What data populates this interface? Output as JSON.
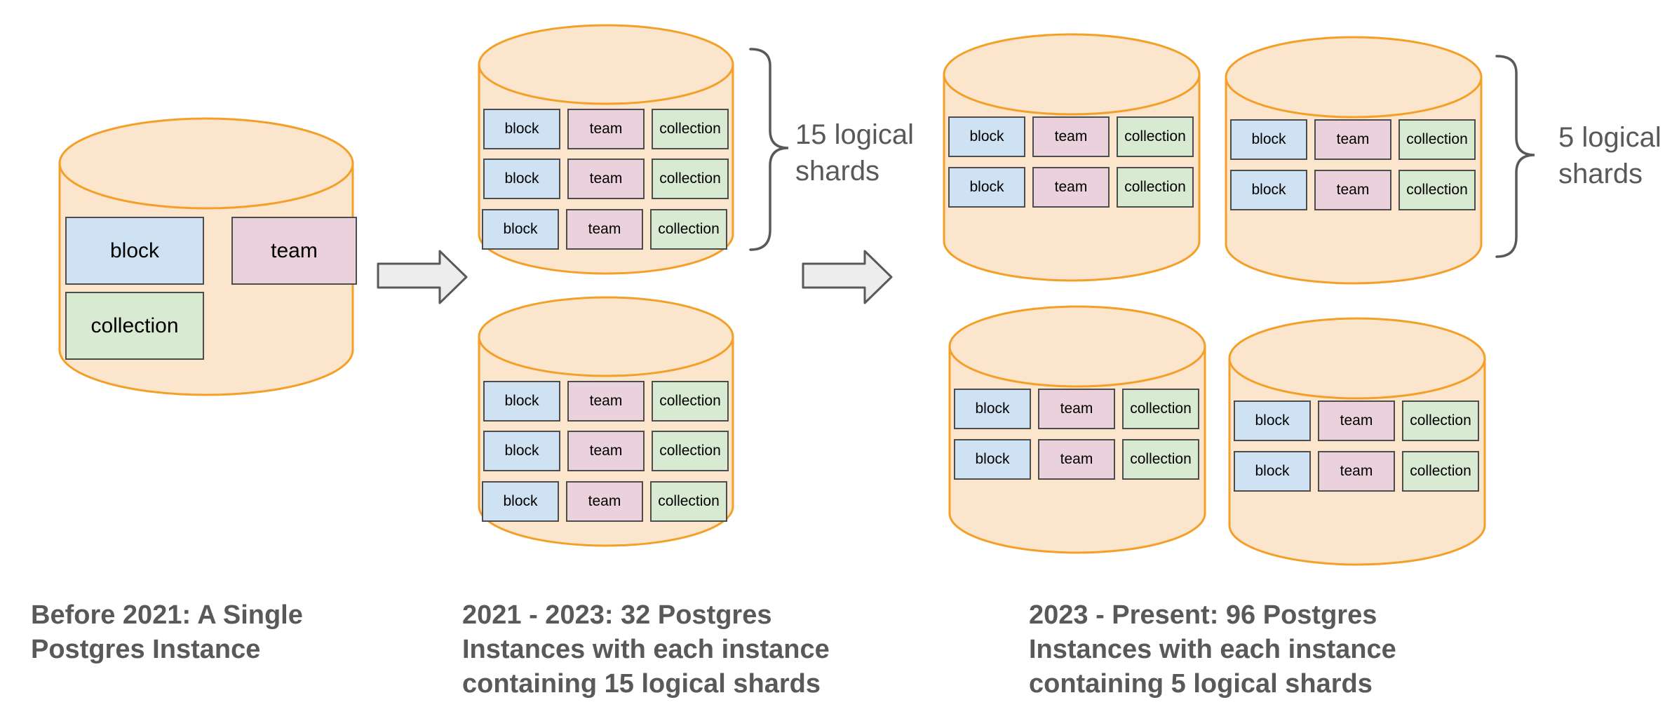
{
  "labels": {
    "block": "block",
    "team": "team",
    "collection": "collection"
  },
  "annotations": {
    "shards15": {
      "lines": [
        "15 logical",
        "shards"
      ]
    },
    "shards5": {
      "lines": [
        "5 logical",
        "shards"
      ]
    }
  },
  "captions": {
    "stage1": {
      "lines": [
        "Before 2021: A Single",
        "Postgres Instance"
      ]
    },
    "stage2": {
      "lines": [
        "2021 - 2023: 32 Postgres",
        "Instances with each instance",
        "containing 15 logical shards"
      ]
    },
    "stage3": {
      "lines": [
        "2023 - Present: 96 Postgres",
        "Instances with each instance",
        "containing 5 logical shards"
      ]
    }
  },
  "colors": {
    "background": "#ffffff",
    "cylinder_fill": "#fce5cd",
    "cylinder_stroke": "#f4a028",
    "box_blue": "#cfe2f3",
    "box_pink": "#ead1dc",
    "box_green": "#d9ead3",
    "box_border": "#4d4d4d",
    "arrow_fill": "#ededed",
    "arrow_stroke": "#595959",
    "brace_stroke": "#595959",
    "caption_color": "#595959",
    "annotation_color": "#595959",
    "text_dark": "#000000"
  }
}
